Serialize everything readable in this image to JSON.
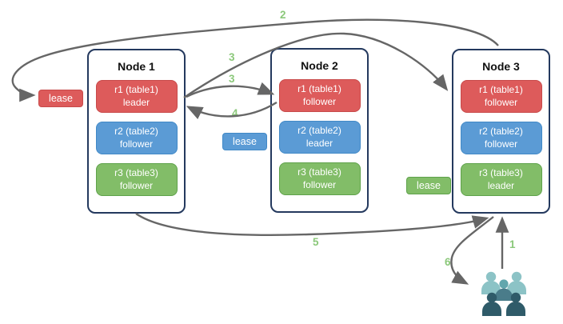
{
  "diagram": {
    "nodes": [
      {
        "title": "Node 1",
        "replicas": [
          {
            "name": "r1 (table1)",
            "role": "leader",
            "color": "#DD5B5B"
          },
          {
            "name": "r2 (table2)",
            "role": "follower",
            "color": "#5B9BD5"
          },
          {
            "name": "r3 (table3)",
            "role": "follower",
            "color": "#82BD68"
          }
        ]
      },
      {
        "title": "Node 2",
        "replicas": [
          {
            "name": "r1 (table1)",
            "role": "follower",
            "color": "#DD5B5B"
          },
          {
            "name": "r2 (table2)",
            "role": "leader",
            "color": "#5B9BD5"
          },
          {
            "name": "r3 (table3)",
            "role": "follower",
            "color": "#82BD68"
          }
        ]
      },
      {
        "title": "Node 3",
        "replicas": [
          {
            "name": "r1 (table1)",
            "role": "follower",
            "color": "#DD5B5B"
          },
          {
            "name": "r2 (table2)",
            "role": "follower",
            "color": "#5B9BD5"
          },
          {
            "name": "r3 (table3)",
            "role": "leader",
            "color": "#82BD68"
          }
        ]
      }
    ],
    "leases": [
      {
        "label": "lease",
        "color": "#DD5B5B"
      },
      {
        "label": "lease",
        "color": "#5B9BD5"
      },
      {
        "label": "lease",
        "color": "#82BD68"
      }
    ],
    "steps": [
      {
        "label": "2"
      },
      {
        "label": "3"
      },
      {
        "label": "3"
      },
      {
        "label": "4"
      },
      {
        "label": "5"
      },
      {
        "label": "1"
      },
      {
        "label": "6"
      }
    ],
    "icons": {
      "clients": "users-group-icon"
    },
    "colors": {
      "arrow": "#666666",
      "step_label": "#8BC87A",
      "node_border": "#24395E",
      "people_light": "#8CC3C6",
      "people_mid_head": "#62A6AD",
      "people_mid_body": "#4A7C8A",
      "people_dark": "#2F5B69"
    }
  }
}
